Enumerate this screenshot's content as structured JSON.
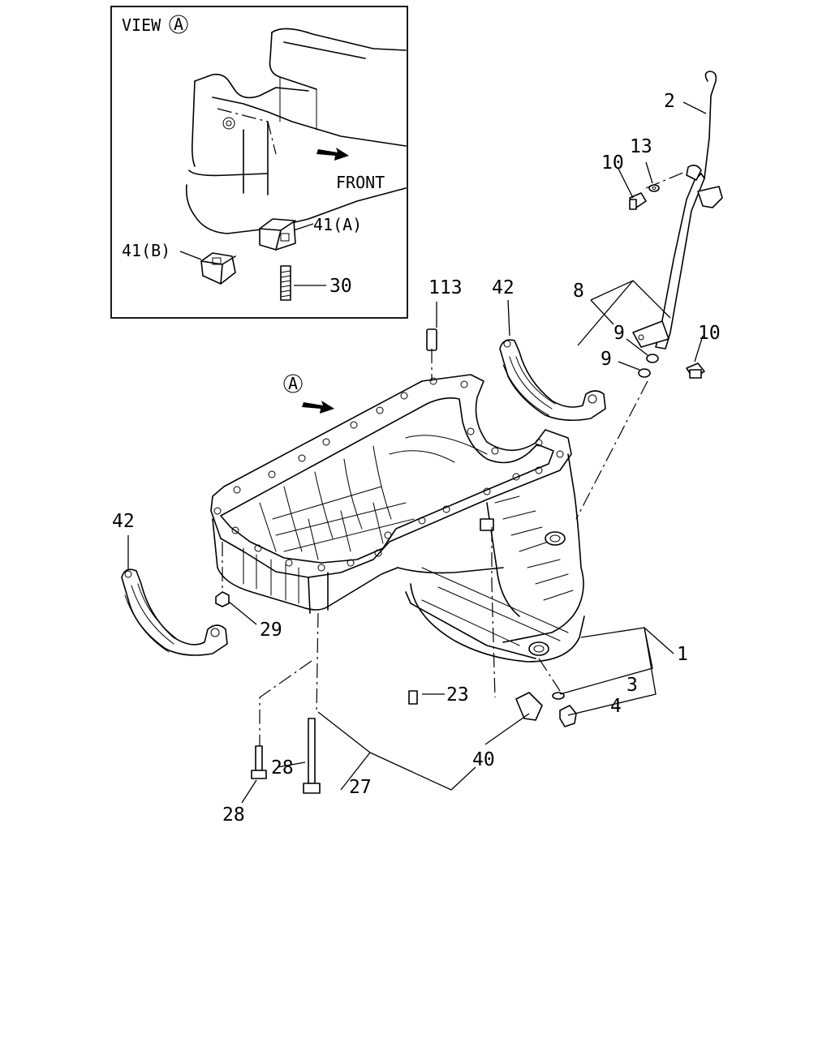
{
  "inset": {
    "view_word": "VIEW",
    "view_letter": "A",
    "front_label": "FRONT"
  },
  "view_marker": "A",
  "callouts": {
    "c1": "1",
    "c2": "2",
    "c3": "3",
    "c4": "4",
    "c8": "8",
    "c9a": "9",
    "c9b": "9",
    "c10a": "10",
    "c10b": "10",
    "c13": "13",
    "c23": "23",
    "c27": "27",
    "c28a": "28",
    "c28b": "28",
    "c29": "29",
    "c30": "30",
    "c40": "40",
    "c41a": "41(A)",
    "c41b": "41(B)",
    "c42a": "42",
    "c42b": "42",
    "c113": "113"
  }
}
